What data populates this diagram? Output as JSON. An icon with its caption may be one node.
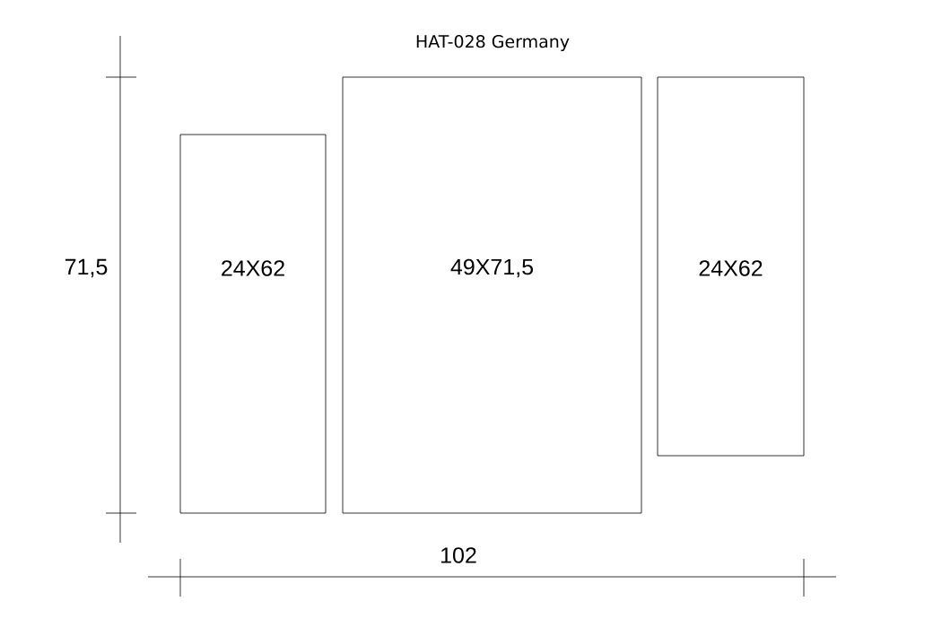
{
  "diagram": {
    "title": "HAT-028 Germany",
    "nodes": [
      {
        "text": [
          "24X62"
        ]
      },
      {
        "text": [
          "49X71,5"
        ]
      },
      {
        "text": [
          "24X62"
        ]
      }
    ],
    "labels": [
      "71,5",
      "102"
    ]
  }
}
